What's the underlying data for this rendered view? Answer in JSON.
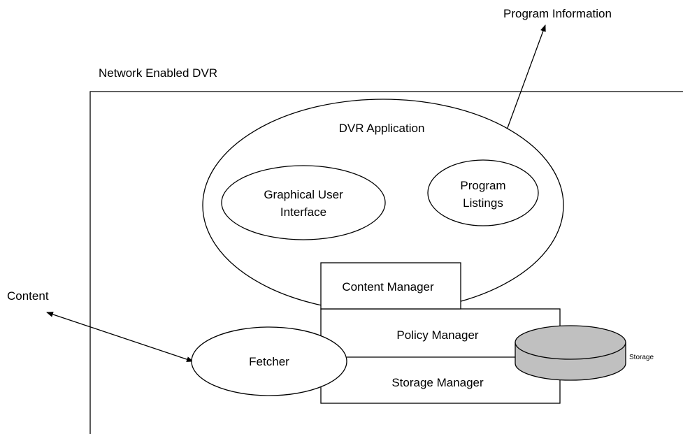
{
  "labels": {
    "program_information": "Program Information",
    "network_enabled_dvr": "Network Enabled DVR",
    "dvr_application": "DVR Application",
    "gui_line1": "Graphical User",
    "gui_line2": "Interface",
    "listings_line1": "Program",
    "listings_line2": "Listings",
    "content_manager": "Content Manager",
    "policy_manager": "Policy Manager",
    "storage_manager": "Storage Manager",
    "fetcher": "Fetcher",
    "content": "Content",
    "storage": "Storage"
  },
  "colors": {
    "line": "#000000",
    "background": "#ffffff",
    "storage_fill": "#c0c0c0"
  }
}
